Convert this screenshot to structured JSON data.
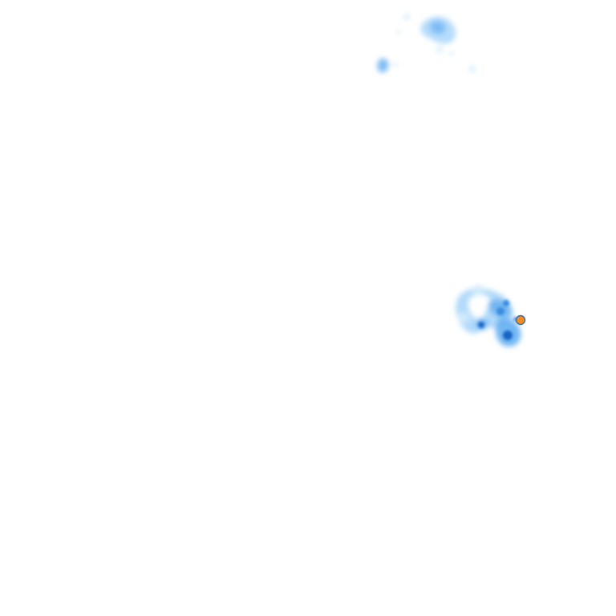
{
  "map": {
    "background_color": "#ffffff",
    "layer_type": "density-heatmap",
    "color_ramp": [
      "#d4ecfd",
      "#a9d6fa",
      "#6cb3f2",
      "#2e86de",
      "#0b5cbf"
    ],
    "regions": [
      {
        "name": "northern-cluster",
        "intensity": "low"
      },
      {
        "name": "central-east-cluster",
        "intensity": "high"
      }
    ],
    "marker": {
      "icon": "location-dot-icon",
      "fill_color": "#f28c1e",
      "stroke_color": "#3d6ea8"
    }
  }
}
